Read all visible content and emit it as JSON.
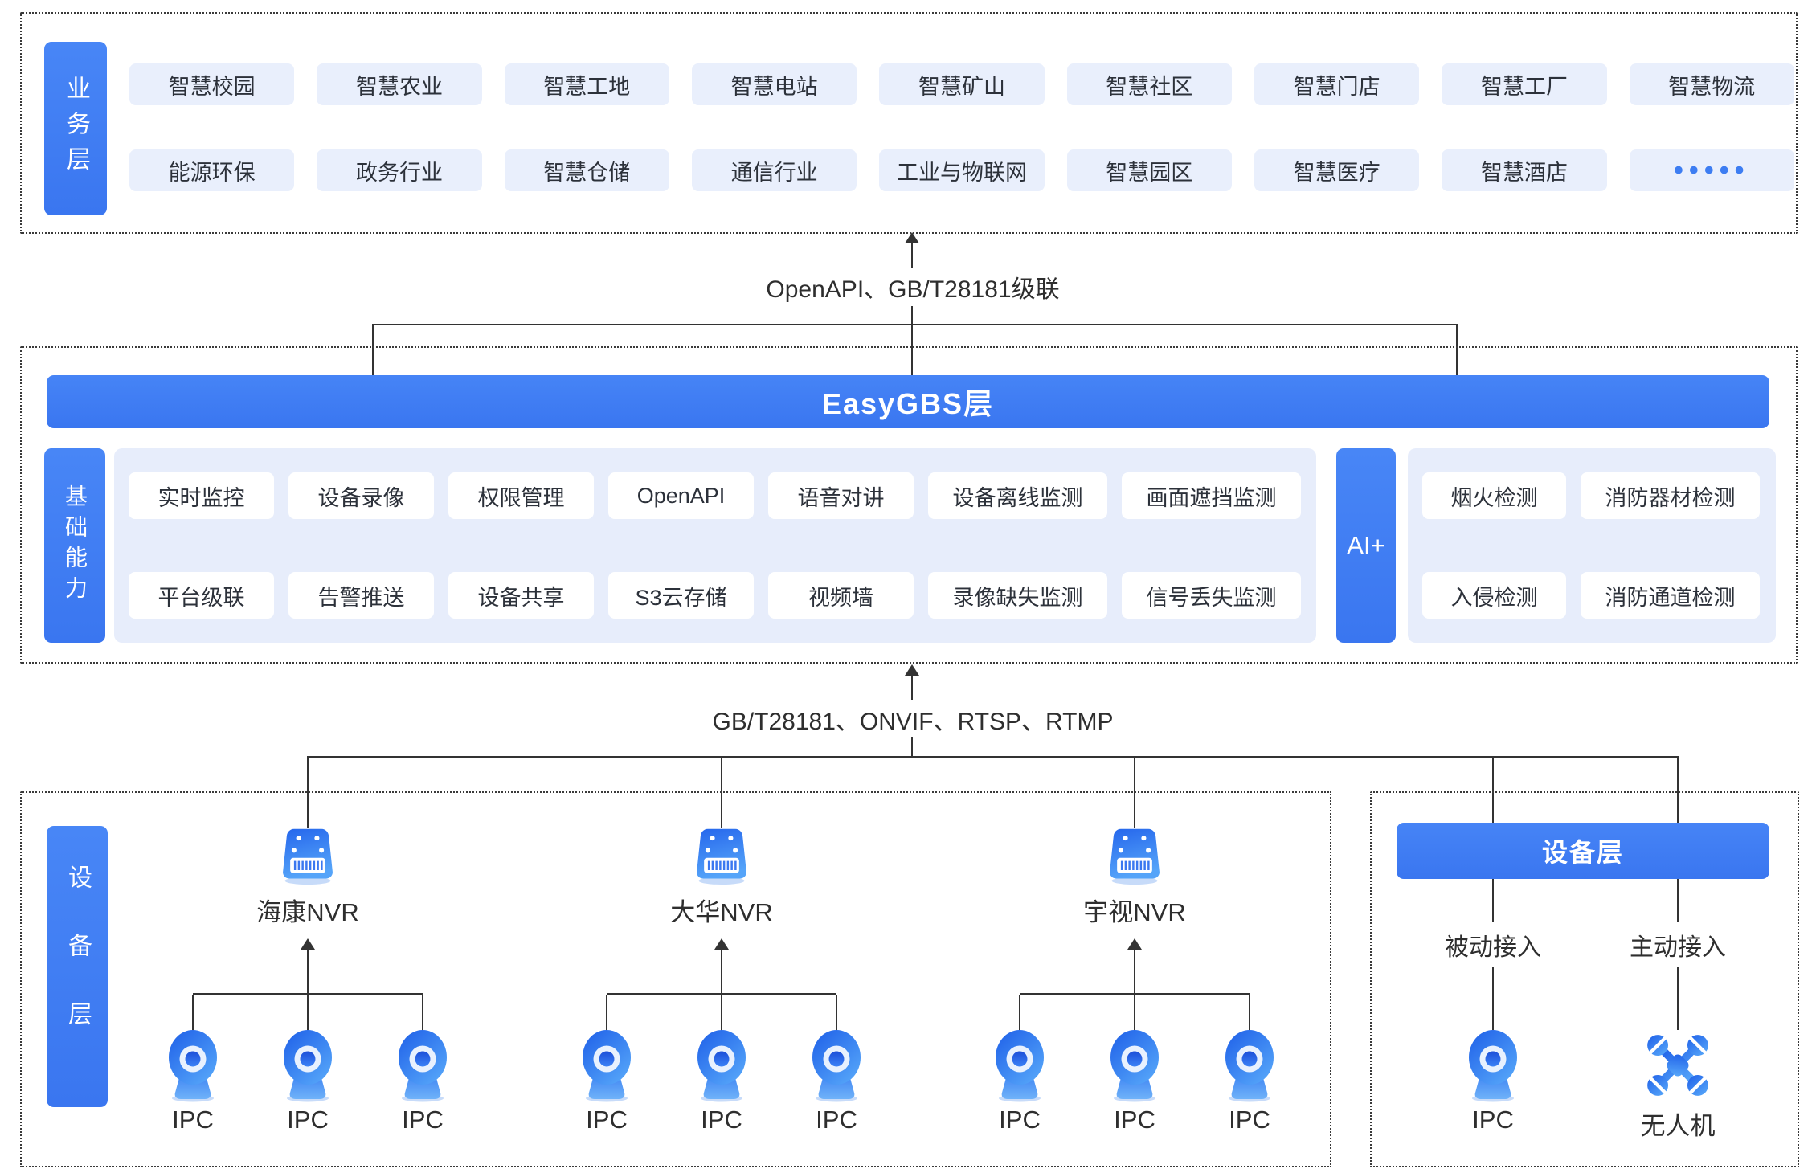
{
  "business_layer": {
    "label": "业务层",
    "row1": [
      "智慧校园",
      "智慧农业",
      "智慧工地",
      "智慧电站",
      "智慧矿山",
      "智慧社区",
      "智慧门店",
      "智慧工厂",
      "智慧物流"
    ],
    "row2": [
      "能源环保",
      "政务行业",
      "智慧仓储",
      "通信行业",
      "工业与物联网",
      "智慧园区",
      "智慧医疗",
      "智慧酒店",
      "•••••"
    ]
  },
  "connector_top": {
    "label": "OpenAPI、GB/T28181级联"
  },
  "platform_layer": {
    "banner": "EasyGBS层",
    "capability_label": "基础能力",
    "cap_row1": [
      "实时监控",
      "设备录像",
      "权限管理",
      "OpenAPI",
      "语音对讲",
      "设备离线监测",
      "画面遮挡监测"
    ],
    "cap_row2": [
      "平台级联",
      "告警推送",
      "设备共享",
      "S3云存储",
      "视频墙",
      "录像缺失监测",
      "信号丢失监测"
    ],
    "ai_label": "AI+",
    "ai_row1": [
      "烟火检测",
      "消防器材检测"
    ],
    "ai_row2": [
      "入侵检测",
      "消防通道检测"
    ]
  },
  "connector_bottom": {
    "label": "GB/T28181、ONVIF、RTSP、RTMP"
  },
  "device_layer": {
    "label": "设备层",
    "nvr_groups": [
      {
        "name": "海康NVR",
        "cameras": [
          "IPC",
          "IPC",
          "IPC"
        ]
      },
      {
        "name": "大华NVR",
        "cameras": [
          "IPC",
          "IPC",
          "IPC"
        ]
      },
      {
        "name": "宇视NVR",
        "cameras": [
          "IPC",
          "IPC",
          "IPC"
        ]
      }
    ]
  },
  "access_panel": {
    "banner": "设备层",
    "passive_label": "被动接入",
    "active_label": "主动接入",
    "passive_device": "IPC",
    "active_device": "无人机"
  },
  "colors": {
    "accent_blue": "#3D7DF2",
    "light_chip": "#E9EFFC",
    "panel_bg": "#E7EDFB",
    "line": "#333333",
    "text": "#2E2E2E"
  }
}
